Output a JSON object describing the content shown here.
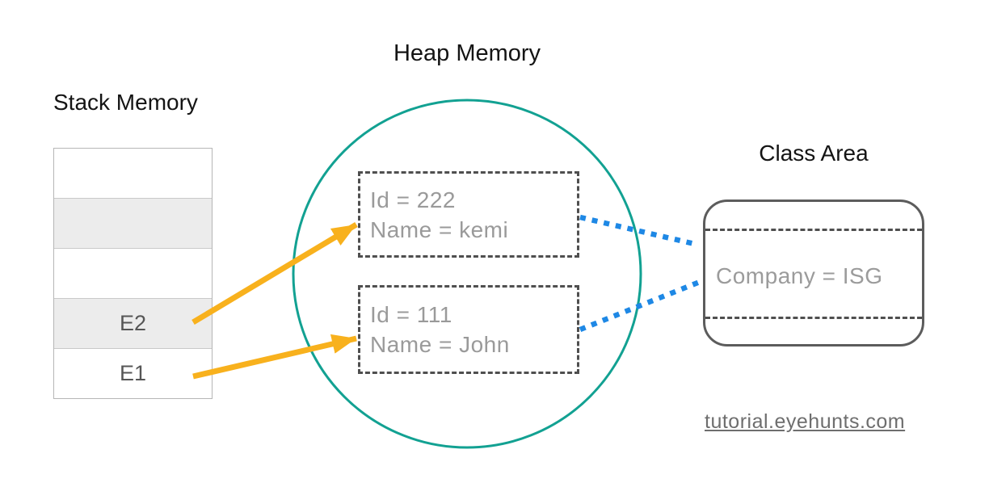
{
  "titles": {
    "heap": "Heap Memory",
    "stack": "Stack Memory",
    "class_area": "Class Area"
  },
  "stack": {
    "rows": [
      {
        "label": ""
      },
      {
        "label": ""
      },
      {
        "label": ""
      },
      {
        "label": "E2"
      },
      {
        "label": "E1"
      }
    ]
  },
  "heap": {
    "objects": [
      {
        "id": "Id = 222",
        "name": "Name = kemi"
      },
      {
        "id": "Id = 111",
        "name": "Name = John"
      }
    ]
  },
  "class_area": {
    "field": "Company = ISG"
  },
  "footer": {
    "link": "tutorial.eyehunts.com"
  },
  "colors": {
    "teal": "#12A192",
    "orange": "#F8B11D",
    "blue": "#1E88E5"
  }
}
